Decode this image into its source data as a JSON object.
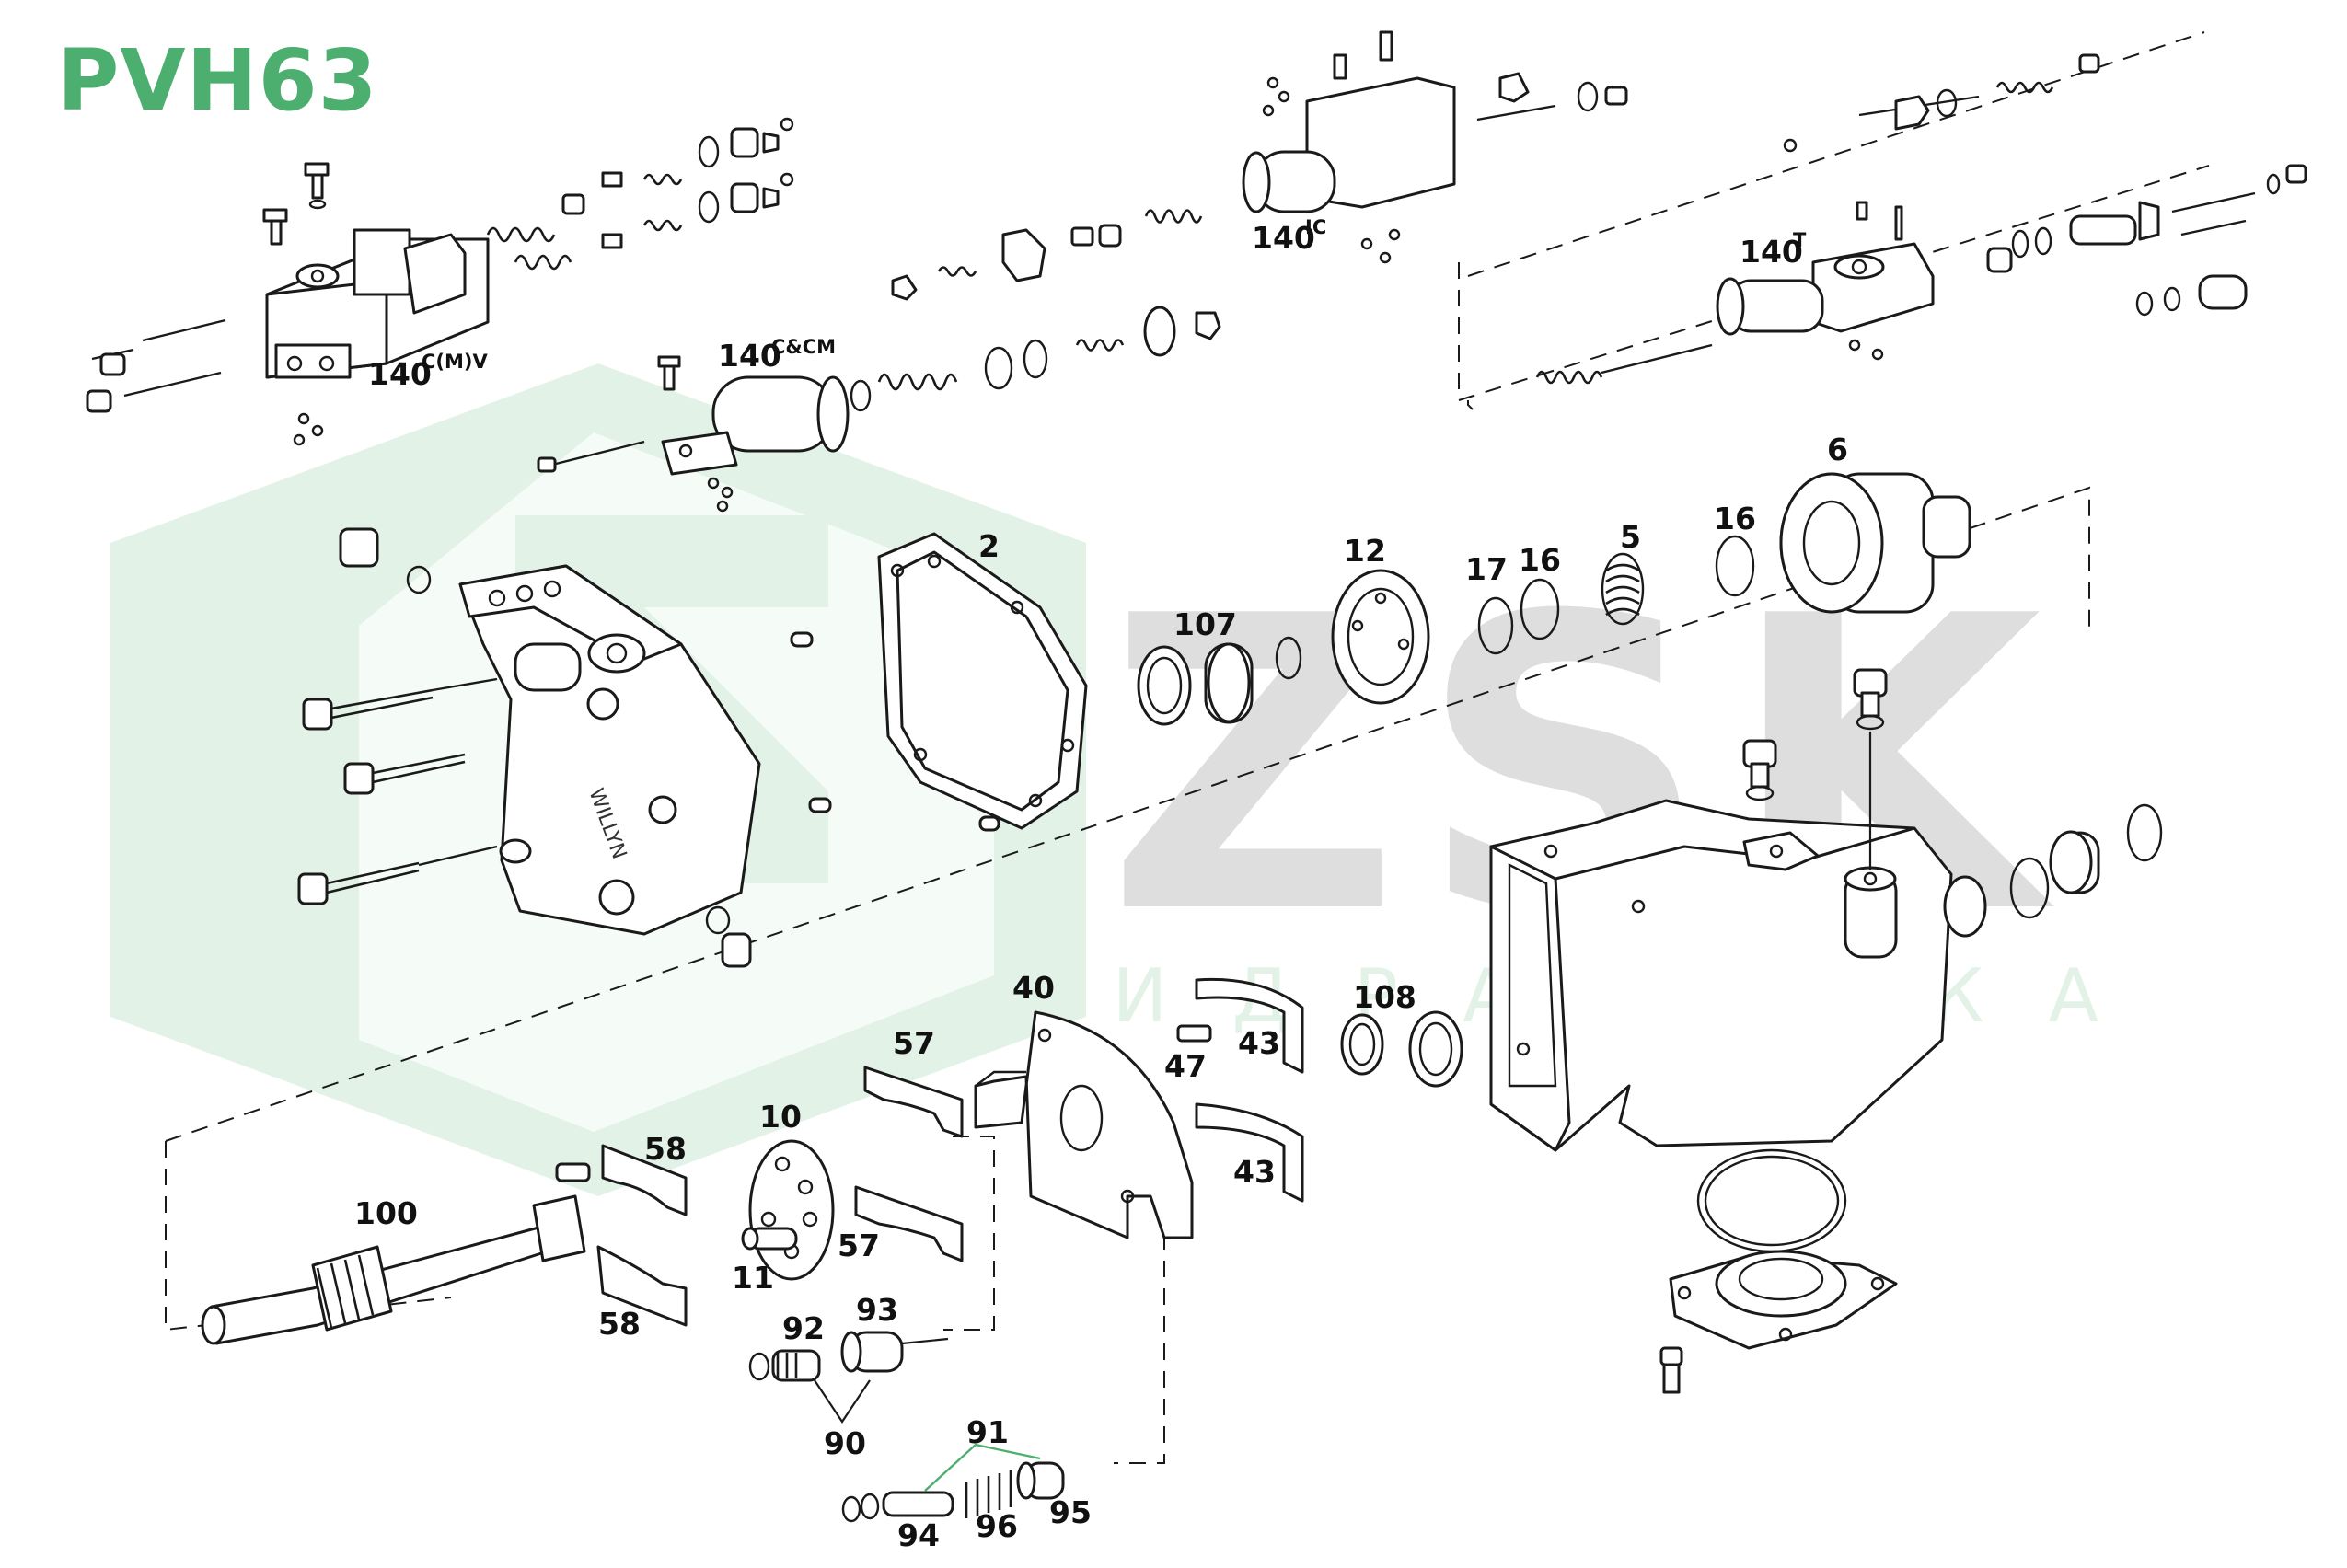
{
  "title": "PVH63",
  "watermark": {
    "brand": "ZSK",
    "subtitle": "ГИДРАВЛИКА"
  },
  "colors": {
    "title": "#4caf6f",
    "watermark_green": "#e3f2e7",
    "watermark_grey": "#dedede",
    "line": "#1a1a1a"
  },
  "assemblies": {
    "cmv": {
      "base": "140",
      "sup": "C(M)V"
    },
    "ccm": {
      "base": "140",
      "sup": "C&CM"
    },
    "ic": {
      "base": "140",
      "sup": "IC"
    },
    "t": {
      "base": "140",
      "sup": "T"
    }
  },
  "part_numbers": {
    "p2": "2",
    "p12": "12",
    "p17": "17",
    "p16a": "16",
    "p5": "5",
    "p16b": "16",
    "p6": "6",
    "p107": "107",
    "p40": "40",
    "p57a": "57",
    "p57b": "57",
    "p108": "108",
    "p43a": "43",
    "p43b": "43",
    "p47": "47",
    "p10": "10",
    "p58a": "58",
    "p58b": "58",
    "p100": "100",
    "p11": "11",
    "p92": "92",
    "p93": "93",
    "p90": "90",
    "p91": "91",
    "p94": "94",
    "p96": "96",
    "p95": "95"
  }
}
